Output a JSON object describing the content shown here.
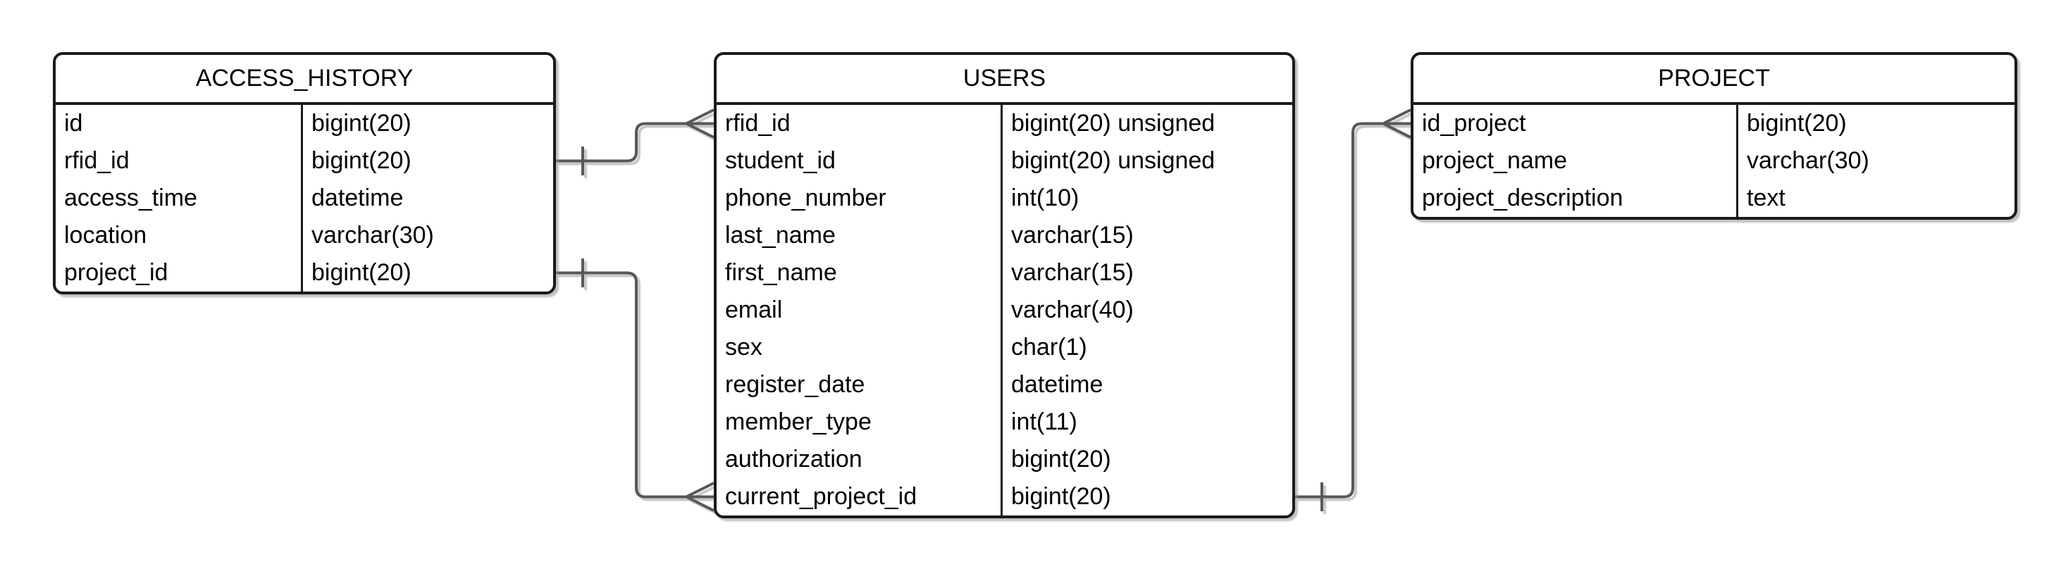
{
  "diagram": {
    "type": "entity-relationship",
    "background_color": "#ffffff",
    "entity_border_color": "#1a1a1a",
    "connector_color": "#595959",
    "text_color": "#000000",
    "entities": [
      {
        "title": "ACCESS_HISTORY",
        "columns": [
          {
            "name": "id",
            "type": "bigint(20)"
          },
          {
            "name": "rfid_id",
            "type": "bigint(20)"
          },
          {
            "name": "access_time",
            "type": "datetime"
          },
          {
            "name": "location",
            "type": "varchar(30)"
          },
          {
            "name": "project_id",
            "type": "bigint(20)"
          }
        ]
      },
      {
        "title": "USERS",
        "columns": [
          {
            "name": "rfid_id",
            "type": "bigint(20) unsigned"
          },
          {
            "name": "student_id",
            "type": "bigint(20) unsigned"
          },
          {
            "name": "phone_number",
            "type": "int(10)"
          },
          {
            "name": "last_name",
            "type": "varchar(15)"
          },
          {
            "name": "first_name",
            "type": "varchar(15)"
          },
          {
            "name": "email",
            "type": "varchar(40)"
          },
          {
            "name": "sex",
            "type": "char(1)"
          },
          {
            "name": "register_date",
            "type": "datetime"
          },
          {
            "name": "member_type",
            "type": "int(11)"
          },
          {
            "name": "authorization",
            "type": "bigint(20)"
          },
          {
            "name": "current_project_id",
            "type": "bigint(20)"
          }
        ]
      },
      {
        "title": "PROJECT",
        "columns": [
          {
            "name": "id_project",
            "type": "bigint(20)"
          },
          {
            "name": "project_name",
            "type": "varchar(30)"
          },
          {
            "name": "project_description",
            "type": "text"
          }
        ]
      }
    ],
    "relationships": [
      {
        "from_entity": "ACCESS_HISTORY",
        "from_column": "rfid_id",
        "from_cardinality": "one",
        "to_entity": "USERS",
        "to_column": "rfid_id",
        "to_cardinality": "many"
      },
      {
        "from_entity": "ACCESS_HISTORY",
        "from_column": "project_id",
        "from_cardinality": "one",
        "to_entity": "USERS",
        "to_column": "current_project_id",
        "to_cardinality": "many"
      },
      {
        "from_entity": "USERS",
        "from_column": "current_project_id",
        "from_cardinality": "one",
        "to_entity": "PROJECT",
        "to_column": "id_project",
        "to_cardinality": "many"
      }
    ]
  }
}
